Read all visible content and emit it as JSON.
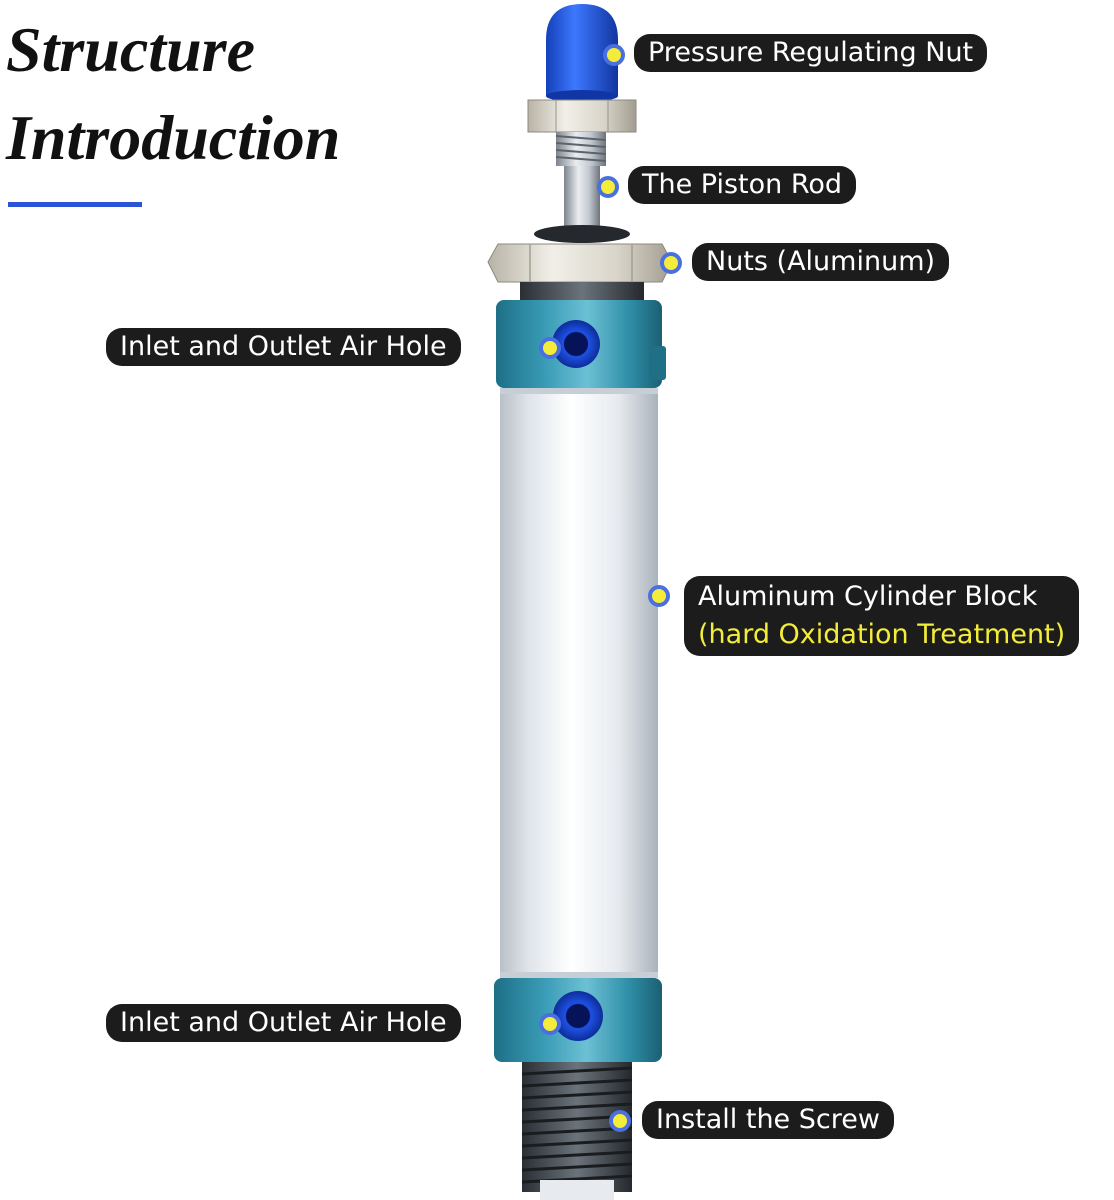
{
  "title": {
    "line1": "Structure",
    "line2": "Introduction"
  },
  "colors": {
    "accent": "#2b55d6",
    "label_bg": "#1c1c1c",
    "label_text": "#ffffff",
    "highlight": "#f3ec3a",
    "dot_ring": "#4a6fe0",
    "cap_blue": "#1f5ae0",
    "end_cap_teal": "#2f8fa8"
  },
  "labels": {
    "pressure_nut": "Pressure Regulating Nut",
    "piston_rod": "The Piston Rod",
    "nuts": "Nuts (Aluminum)",
    "air_hole_top": "Inlet and Outlet Air Hole",
    "cylinder_block": "Aluminum Cylinder Block",
    "cylinder_block_note": "(hard Oxidation Treatment)",
    "air_hole_bottom": "Inlet and Outlet Air Hole",
    "install_screw": "Install the Screw"
  }
}
